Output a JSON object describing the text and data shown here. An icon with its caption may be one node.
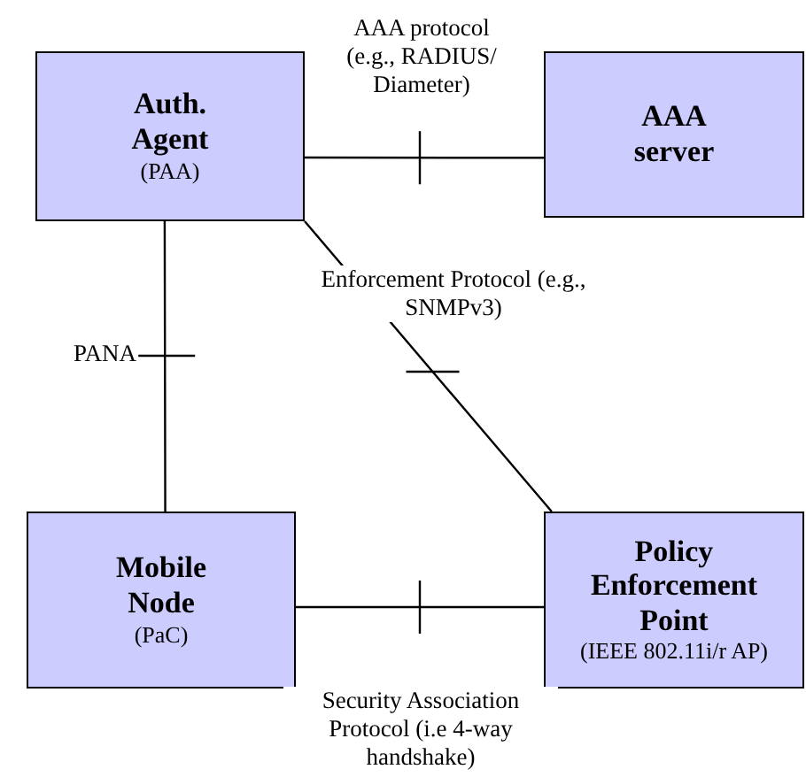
{
  "diagram": {
    "nodes": [
      {
        "text": [
          "Auth. Agent",
          "(PAA)"
        ]
      },
      {
        "text": [
          "AAA server"
        ]
      },
      {
        "text": [
          "Mobile Node",
          "(PaC)"
        ]
      },
      {
        "text": [
          "Policy Enforcement Point",
          "(IEEE 802.11i/r AP)"
        ]
      }
    ],
    "edges": [
      {
        "from": 0,
        "to": 1,
        "arrow": "none",
        "label": "AAA protocol (e.g., RADIUS/ Diameter)"
      },
      {
        "from": 0,
        "to": 2,
        "arrow": "none",
        "label": "PANA"
      },
      {
        "from": 0,
        "to": 3,
        "arrow": "none",
        "label": "Enforcement Protocol (e.g., SNMPv3)"
      },
      {
        "from": 2,
        "to": 3,
        "arrow": "none",
        "label": "Security Association Protocol (i.e 4-way handshake)"
      }
    ]
  }
}
